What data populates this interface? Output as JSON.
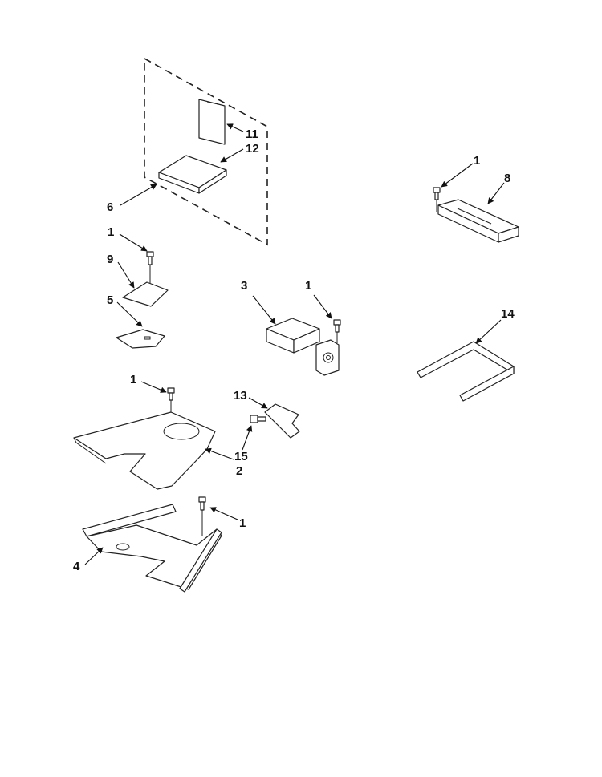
{
  "diagram": {
    "type": "exploded-parts-diagram",
    "callouts": [
      {
        "id": "c11",
        "label": "11"
      },
      {
        "id": "c12",
        "label": "12"
      },
      {
        "id": "c6",
        "label": "6"
      },
      {
        "id": "c1a",
        "label": "1"
      },
      {
        "id": "c9",
        "label": "9"
      },
      {
        "id": "c5",
        "label": "5"
      },
      {
        "id": "c3",
        "label": "3"
      },
      {
        "id": "c1b",
        "label": "1"
      },
      {
        "id": "c1c",
        "label": "1"
      },
      {
        "id": "c8",
        "label": "8"
      },
      {
        "id": "c14",
        "label": "14"
      },
      {
        "id": "c1d",
        "label": "1"
      },
      {
        "id": "c13",
        "label": "13"
      },
      {
        "id": "c15",
        "label": "15"
      },
      {
        "id": "c2",
        "label": "2"
      },
      {
        "id": "c1e",
        "label": "1"
      },
      {
        "id": "c4",
        "label": "4"
      }
    ]
  }
}
